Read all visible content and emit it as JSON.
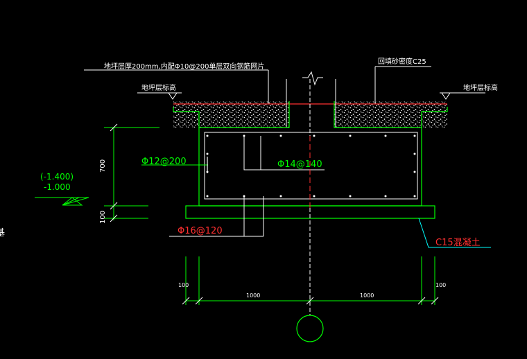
{
  "labels": {
    "slab_note": "地坪层厚200mm,内配Φ10@200单层双向钢筋网片",
    "backfill_note": "回填砂密度C25",
    "floor_level_left": "地坪层标高",
    "floor_level_right": "地坪层标高",
    "rebar_side": "Φ12@200",
    "rebar_top": "Φ14@140",
    "rebar_bottom": "Φ16@120",
    "concrete_pad": "C15混凝土",
    "elev_paren": "(-1.400)",
    "elev_value": "-1.000",
    "dim_700": "700",
    "dim_100_vert": "100",
    "dim_100_left": "100",
    "dim_1000_left": "1000",
    "dim_1000_right": "1000",
    "dim_100_right": "100",
    "edge_glyph": "基"
  },
  "colors": {
    "background": "#000000",
    "white": "#ffffff",
    "green": "#00ff00",
    "cyan": "#00ffff",
    "red": "#ff3030",
    "yellow": "#ffff00"
  }
}
